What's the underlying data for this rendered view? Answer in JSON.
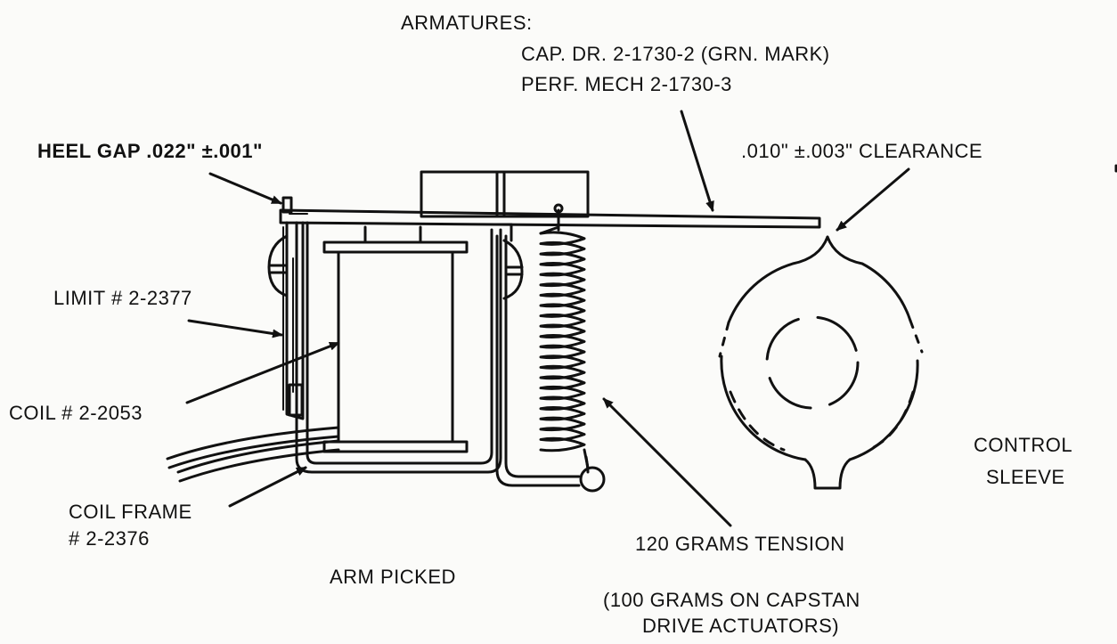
{
  "labels": {
    "armatures_title": "ARMATURES:",
    "armature_cap_dr": "CAP. DR. 2-1730-2 (GRN. MARK)",
    "armature_perf_mech": "PERF. MECH 2-1730-3",
    "heel_gap": "HEEL GAP .022\" ±.001\"",
    "clearance": ".010\" ±.003\" CLEARANCE",
    "limit": "LIMIT # 2-2377",
    "coil": "COIL # 2-2053",
    "coil_frame_line1": "COIL FRAME",
    "coil_frame_line2": "# 2-2376",
    "arm_picked": "ARM PICKED",
    "tension": "120 GRAMS TENSION",
    "capstan_line1": "(100 GRAMS ON CAPSTAN",
    "capstan_line2": "DRIVE ACTUATORS)",
    "control_line1": "CONTROL",
    "control_line2": "SLEEVE"
  },
  "colors": {
    "ink": "#111111",
    "paper": "#fbfbf9"
  }
}
